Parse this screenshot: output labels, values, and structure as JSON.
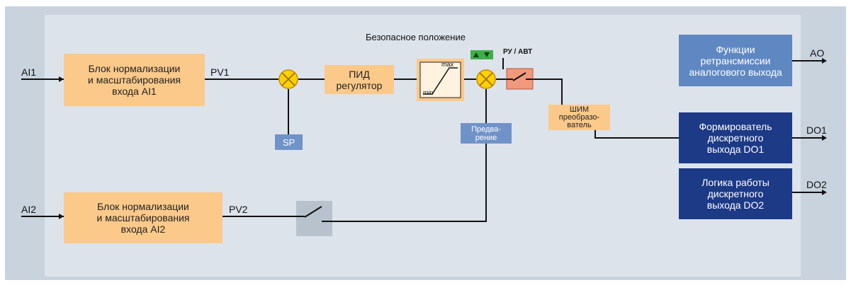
{
  "title": "Безопасное положение",
  "inputs": {
    "ai1": "AI1",
    "ai2": "AI2"
  },
  "outputs": {
    "ao": "AO",
    "do1": "DO1",
    "do2": "DO2"
  },
  "signals": {
    "pv1": "PV1",
    "pv2": "PV2"
  },
  "blocks": {
    "norm1": "Блок нормализации\nи масштабирования\nвхода AI1",
    "norm2": "Блок нормализации\nи масштабирования\nвхода AI2",
    "pid": "ПИД\nрегулятор",
    "sp": "SP",
    "pre": "Предва-\nрение",
    "pwm": "ШИМ\nпреобразо-\nватель",
    "ao_func": "Функции\nретрансмиссии\nаналогового выхода",
    "do1_gen": "Формирователь\nдискретного\nвыхода DO1",
    "do2_logic": "Логика работы\nдискретного\nвыхода DO2"
  },
  "limiter": {
    "max": "max",
    "min": "min"
  },
  "switch_label": "РУ / АВТ",
  "colors": {
    "frame": "#c9d3de",
    "panel": "#dde3ea",
    "orange_block": "#fbc98a",
    "blue_block": "#6f93c8",
    "navy_block": "#1d3a87",
    "summer": "#ffd200",
    "switch_auto": "#f0997d",
    "switch_manual": "#b7c2cc",
    "indicator": "#3fae49"
  }
}
